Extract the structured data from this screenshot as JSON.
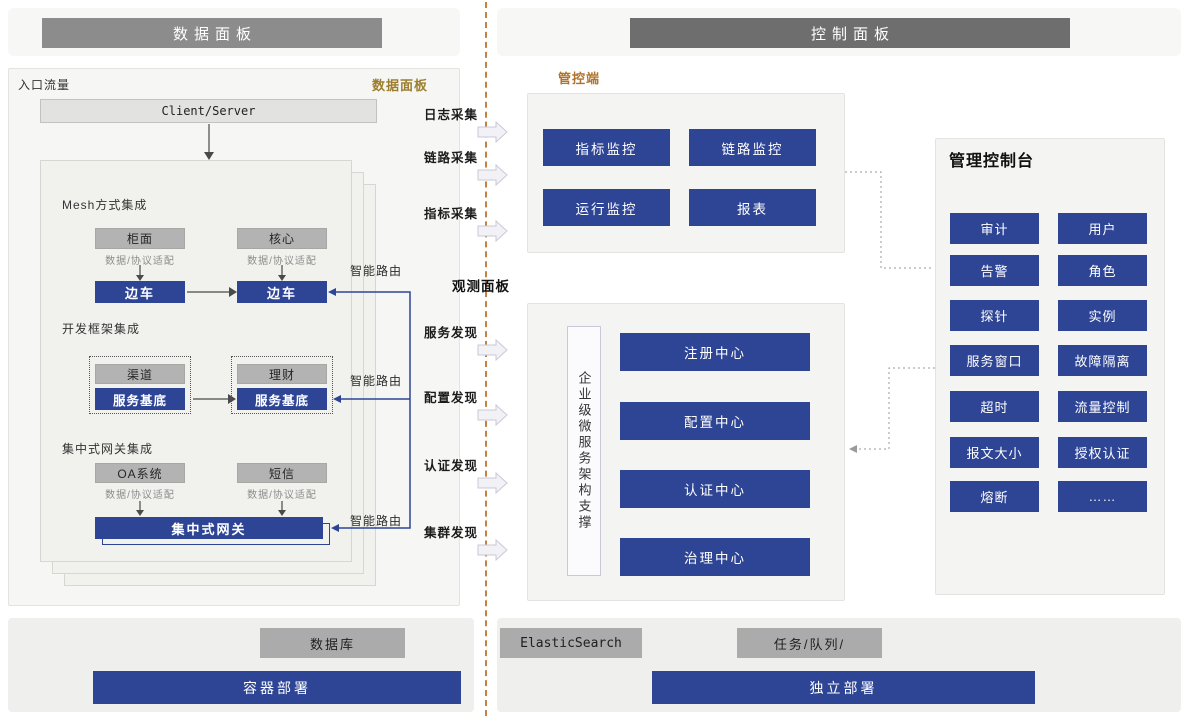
{
  "headers": {
    "left": "数据面板",
    "right": "控制面板"
  },
  "data_panel": {
    "entry_label": "入口流量",
    "panel_label": "数据面板",
    "client_server": "Client/Server",
    "mesh": {
      "title": "Mesh方式集成",
      "left_top": "柜面",
      "right_top": "核心",
      "adapter_left": "数据/协议适配",
      "adapter_right": "数据/协议适配",
      "left_bottom": "边车",
      "right_bottom": "边车",
      "route": "智能路由"
    },
    "framework": {
      "title": "开发框架集成",
      "left_top": "渠道",
      "right_top": "理财",
      "left_bottom": "服务基底",
      "right_bottom": "服务基底",
      "route": "智能路由"
    },
    "gateway": {
      "title": "集中式网关集成",
      "left_top": "OA系统",
      "right_top": "短信",
      "adapter_left": "数据/协议适配",
      "adapter_right": "数据/协议适配",
      "bar": "集中式网关",
      "route": "智能路由"
    }
  },
  "flows": {
    "labels": [
      "日志采集",
      "链路采集",
      "指标采集",
      "服务发现",
      "配置发现",
      "认证发现",
      "集群发现"
    ],
    "observe_panel": "观测面板"
  },
  "control_panel": {
    "label": "管控端",
    "monitor": [
      "指标监控",
      "链路监控",
      "运行监控",
      "报表"
    ],
    "support": "企业级微服务架构支撑",
    "centers": [
      "注册中心",
      "配置中心",
      "认证中心",
      "治理中心"
    ],
    "console": {
      "title": "管理控制台",
      "buttons": [
        "审计",
        "用户",
        "告警",
        "角色",
        "探针",
        "实例",
        "服务窗口",
        "故障隔离",
        "超时",
        "流量控制",
        "报文大小",
        "授权认证",
        "熔断",
        "……"
      ]
    }
  },
  "bottom": {
    "gray_bars": [
      "数据库",
      "ElasticSearch",
      "任务/队列/"
    ],
    "blue_bars": [
      "容器部署",
      "独立部署"
    ]
  },
  "colors": {
    "accent_blue": "#2e4596",
    "gray_box": "#b3b3b3",
    "divider_orange": "#c6803f",
    "gold_label": "#9c7e2c",
    "orange_label": "#b0722c"
  }
}
